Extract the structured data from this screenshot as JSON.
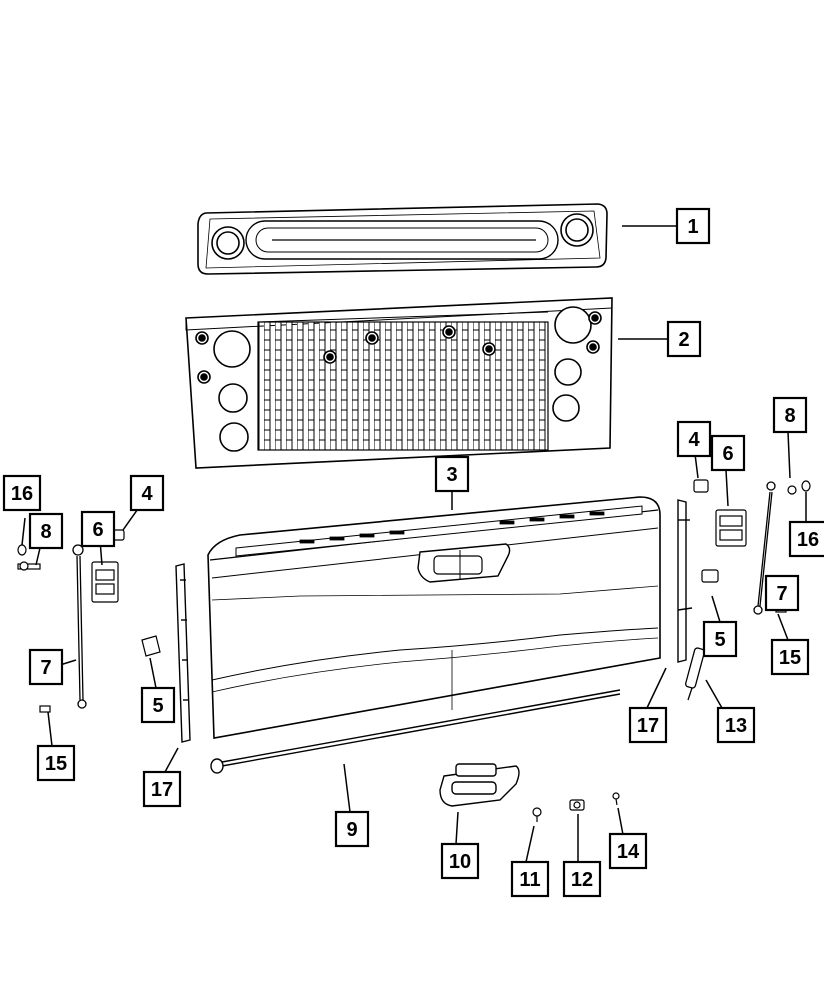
{
  "callouts": [
    "1",
    "2",
    "3",
    "4",
    "4",
    "5",
    "5",
    "6",
    "6",
    "7",
    "7",
    "8",
    "8",
    "9",
    "10",
    "11",
    "12",
    "13",
    "14",
    "15",
    "15",
    "16",
    "16",
    "17",
    "17"
  ],
  "colors": {
    "line": "#000000",
    "fill": "#ffffff",
    "shade": "#dcdcdc"
  }
}
